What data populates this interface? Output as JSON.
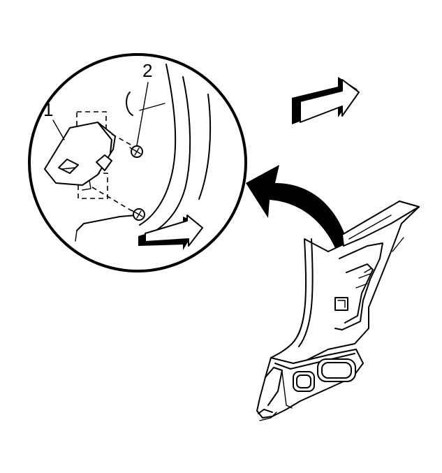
{
  "callouts": [
    {
      "id": "1",
      "label": "1"
    },
    {
      "id": "2",
      "label": "2"
    }
  ],
  "colors": {
    "line": "#000000",
    "background": "#ffffff"
  },
  "icons": [
    "forward-direction-arrow-icon",
    "detail-view-arrow-icon"
  ]
}
